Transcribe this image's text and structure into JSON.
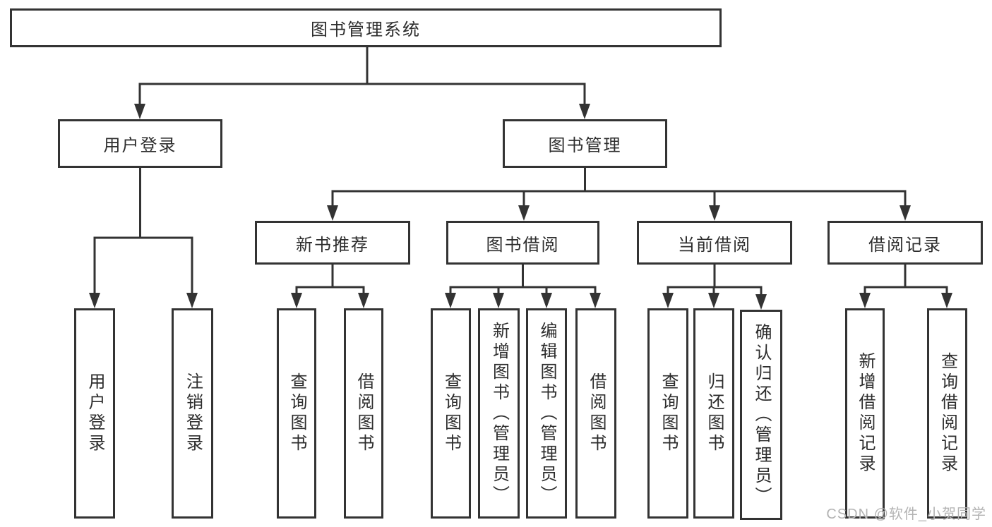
{
  "tree": {
    "root": {
      "label": "图书管理系统"
    },
    "branches": [
      {
        "label": "用户登录",
        "children": [
          {
            "label": "用户登录"
          },
          {
            "label": "注销登录"
          }
        ]
      },
      {
        "label": "图书管理",
        "children": [
          {
            "label": "新书推荐",
            "children": [
              {
                "label": "查询图书"
              },
              {
                "label": "借阅图书"
              }
            ]
          },
          {
            "label": "图书借阅",
            "children": [
              {
                "label": "查询图书"
              },
              {
                "label": "新增图书（管理员）"
              },
              {
                "label": "编辑图书（管理员）"
              },
              {
                "label": "借阅图书"
              }
            ]
          },
          {
            "label": "当前借阅",
            "children": [
              {
                "label": "查询图书"
              },
              {
                "label": "归还图书"
              },
              {
                "label": "确认归还（管理员）"
              }
            ]
          },
          {
            "label": "借阅记录",
            "children": [
              {
                "label": "新增借阅记录"
              },
              {
                "label": "查询借阅记录"
              }
            ]
          }
        ]
      }
    ]
  },
  "watermark": {
    "text": "CSDN @软件_小贺同学"
  },
  "colors": {
    "line": "#333333",
    "text": "#2d2d2d",
    "watermark": "#b3b3b3",
    "background": "#ffffff"
  }
}
